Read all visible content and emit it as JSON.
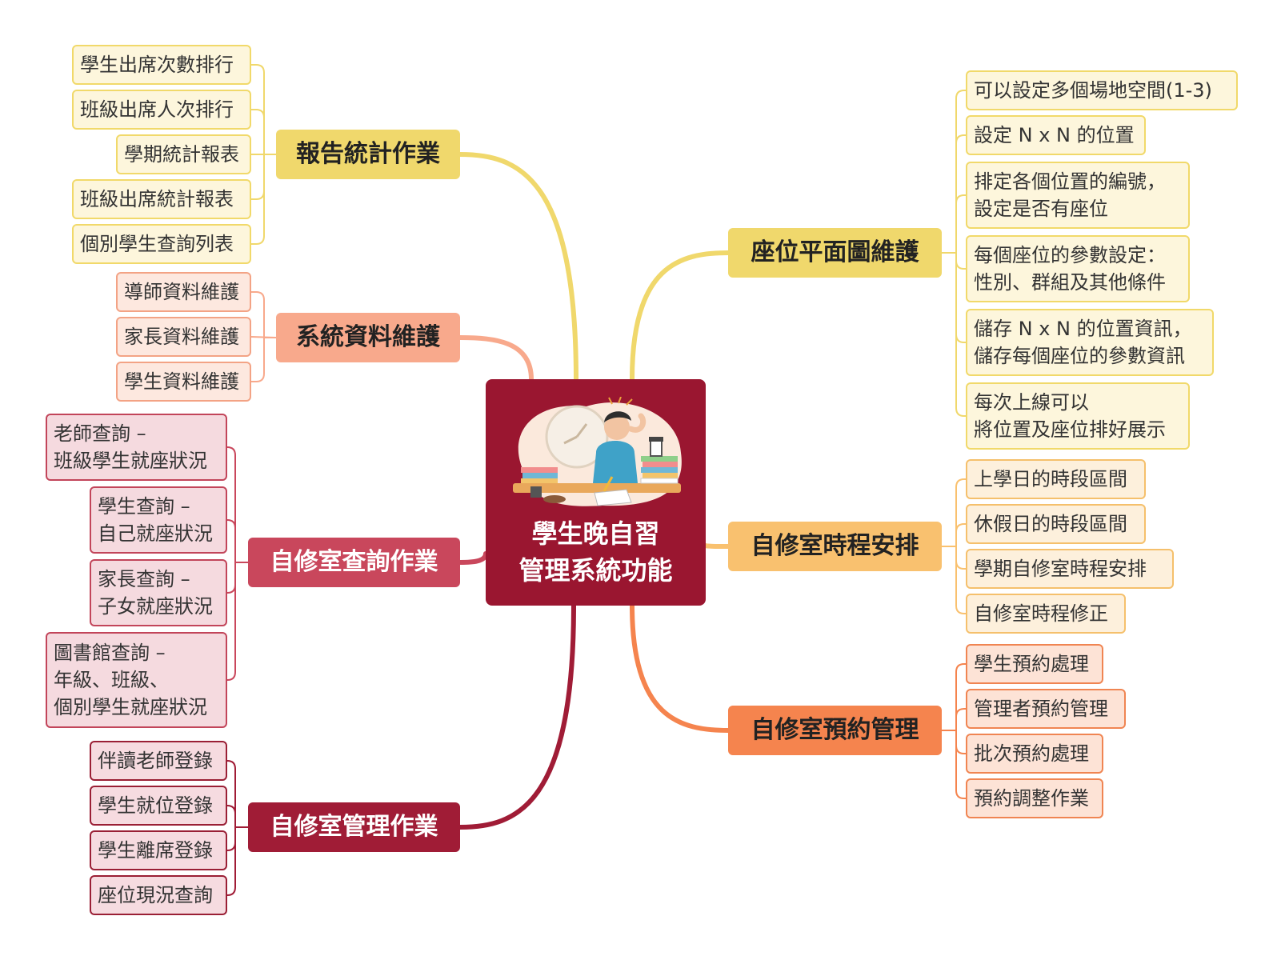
{
  "center": {
    "title": "學生晚自習\n管理系統功能",
    "color": "#9a1630",
    "illustration": "stressed-student-at-desk"
  },
  "branches": [
    {
      "key": "report",
      "label": "報告統計作業",
      "bg": "#f0d86c",
      "text": "#222222",
      "line": "#f0d86c",
      "leaf_class": "y-leaf",
      "leaves": [
        "學生出席次數排行",
        "班級出席人次排行",
        "學期統計報表",
        "班級出席統計報表",
        "個別學生查詢列表"
      ]
    },
    {
      "key": "sysdata",
      "label": "系統資料維護",
      "bg": "#f8a98c",
      "text": "#222222",
      "line": "#f8a98c",
      "leaf_class": "s-leaf",
      "leaves": [
        "導師資料維護",
        "家長資料維護",
        "學生資料維護"
      ]
    },
    {
      "key": "query",
      "label": "自修室查詢作業",
      "bg": "#c9475c",
      "text": "#ffffff",
      "line": "#c9475c",
      "leaf_class": "r-leaf",
      "leaves": [
        "老師查詢 –\n班級學生就座狀況",
        "學生查詢 –\n自己就座狀況",
        "家長查詢 –\n子女就座狀況",
        "圖書館查詢 –\n年級、班級、\n個別學生就座狀況"
      ]
    },
    {
      "key": "manage",
      "label": "自修室管理作業",
      "bg": "#a01c36",
      "text": "#ffffff",
      "line": "#a01c36",
      "leaf_class": "m-leaf",
      "leaves": [
        "伴讀老師登錄",
        "學生就位登錄",
        "學生離席登錄",
        "座位現況查詢"
      ]
    },
    {
      "key": "seatmap",
      "label": "座位平面圖維護",
      "bg": "#f0d86c",
      "text": "#222222",
      "line": "#f0d86c",
      "leaf_class": "y-leaf",
      "leaves": [
        "可以設定多個場地空間(1-3)",
        "設定 N x N 的位置",
        "排定各個位置的編號，\n設定是否有座位",
        "每個座位的參數設定：\n性別、群組及其他條件",
        "儲存 N x N 的位置資訊，\n儲存每個座位的參數資訊",
        "每次上線可以\n將位置及座位排好展示"
      ]
    },
    {
      "key": "schedule",
      "label": "自修室時程安排",
      "bg": "#f9c16f",
      "text": "#222222",
      "line": "#f9c16f",
      "leaf_class": "o-leaf",
      "leaves": [
        "上學日的時段區間",
        "休假日的時段區間",
        "學期自修室時程安排",
        "自修室時程修正"
      ]
    },
    {
      "key": "booking",
      "label": "自修室預約管理",
      "bg": "#f5844e",
      "text": "#222222",
      "line": "#f5844e",
      "leaf_class": "or-leaf",
      "leaves": [
        "學生預約處理",
        "管理者預約管理",
        "批次預約處理",
        "預約調整作業"
      ]
    }
  ]
}
